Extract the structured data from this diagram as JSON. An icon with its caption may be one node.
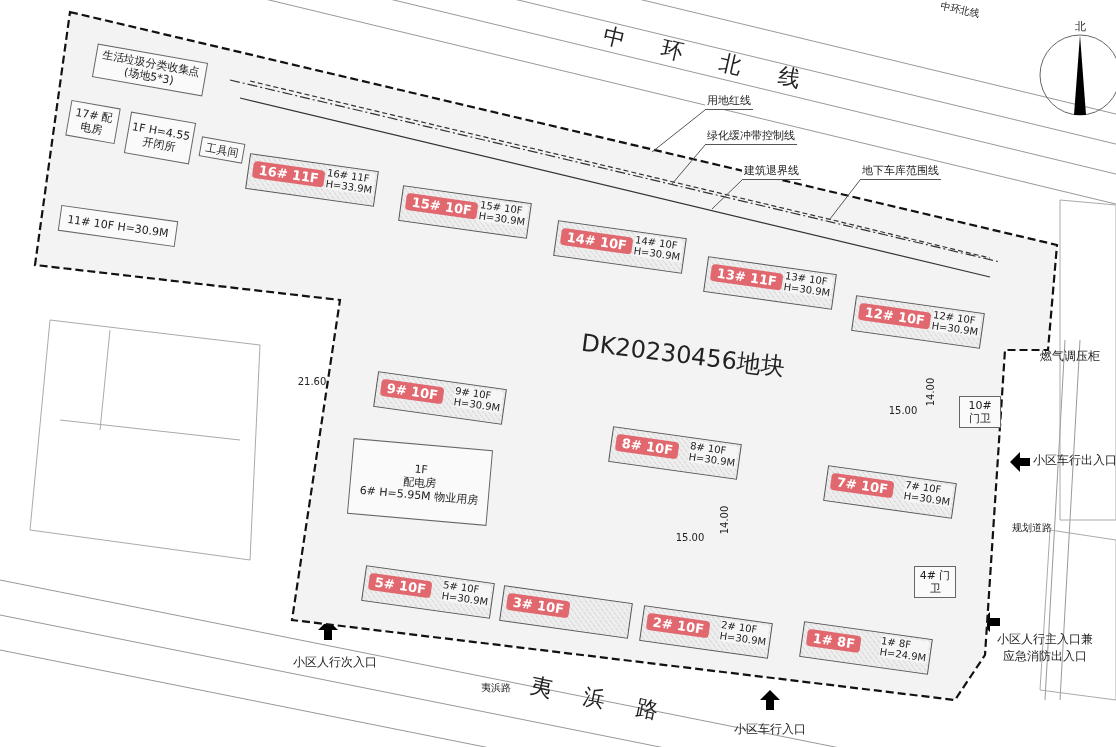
{
  "diagram": {
    "nodes": [
      {
        "text": [
          "DK20230456地块"
        ]
      },
      {
        "text": [
          "生活垃圾分类收集点 (场地5*3)"
        ],
        "in": 0
      },
      {
        "text": [
          "17# 配电房"
        ],
        "in": 0
      },
      {
        "text": [
          "1F H=4.55 开闭所"
        ],
        "in": 0
      },
      {
        "text": [
          "工具间"
        ],
        "in": 0
      },
      {
        "text": [
          "16# 11F",
          "16# 11F H=33.9M"
        ],
        "in": 0
      },
      {
        "text": [
          "11# 10F H=30.9M"
        ],
        "in": 0
      },
      {
        "text": [
          "15# 10F",
          "15# 10F H=30.9M"
        ],
        "in": 0
      },
      {
        "text": [
          "14# 10F",
          "14# 10F H=30.9M"
        ],
        "in": 0
      },
      {
        "text": [
          "13# 11F",
          "13# 10F H=30.9M"
        ],
        "in": 0
      },
      {
        "text": [
          "12# 10F",
          "12# 10F H=30.9M"
        ],
        "in": 0
      },
      {
        "text": [
          "9# 10F",
          "9# 10F H=30.9M"
        ],
        "in": 0
      },
      {
        "text": [
          "1F",
          "配电房",
          "6# H=5.95M 物业用房"
        ],
        "in": 0
      },
      {
        "text": [
          "8# 10F",
          "8# 10F H=30.9M"
        ],
        "in": 0
      },
      {
        "text": [
          "10# 门卫"
        ],
        "in": 0
      },
      {
        "text": [
          "7# 10F",
          "7# 10F H=30.9M"
        ],
        "in": 0
      },
      {
        "text": [
          "4# 门卫"
        ],
        "in": 0
      },
      {
        "text": [
          "5# 10F",
          "5# 10F H=30.9M"
        ],
        "in": 0
      },
      {
        "text": [
          "3# 10F"
        ],
        "in": 0
      },
      {
        "text": [
          "2# 10F",
          "2# 10F H=30.9M"
        ],
        "in": 0
      },
      {
        "text": [
          "1# 8F",
          "1# 8F H=24.9M"
        ],
        "in": 0
      },
      {
        "text": [
          "用地红线"
        ]
      },
      {
        "text": [
          "绿化缓冲带控制线"
        ]
      },
      {
        "text": [
          "建筑退界线"
        ]
      },
      {
        "text": [
          "地下车库范围线"
        ]
      }
    ],
    "edges": [
      {
        "from": 21,
        "to": 0,
        "arrow": "none"
      },
      {
        "from": 22,
        "to": 0,
        "arrow": "none"
      },
      {
        "from": 23,
        "to": 0,
        "arrow": "none"
      },
      {
        "from": 24,
        "to": 0,
        "arrow": "none"
      }
    ],
    "labels": [
      "中环北线",
      "中环北线",
      "北",
      "燃气调压柜",
      "小区车行出入口",
      "规划道路",
      "小区人行主入口兼应急消防出入口",
      "小区车行入口",
      "夷浜路",
      "夷浜路",
      "小区人行次入口",
      "21.60",
      "15.00",
      "14.00",
      "15.00",
      "14.00"
    ]
  }
}
